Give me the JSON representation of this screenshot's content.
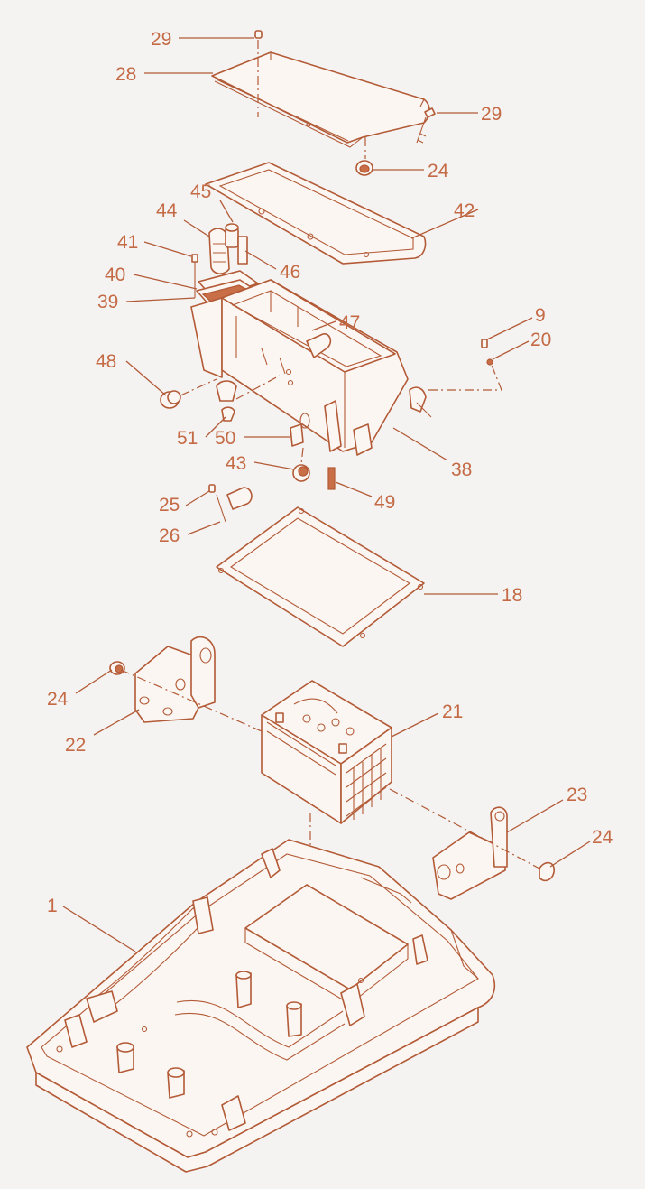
{
  "diagram": {
    "line_color": "#b35a36",
    "label_color": "#c46a45",
    "background": "#f4f3f2",
    "callouts": [
      {
        "id": "29a",
        "text": "29"
      },
      {
        "id": "28",
        "text": "28"
      },
      {
        "id": "29b",
        "text": "29"
      },
      {
        "id": "24a",
        "text": "24"
      },
      {
        "id": "45",
        "text": "45"
      },
      {
        "id": "44",
        "text": "44"
      },
      {
        "id": "42",
        "text": "42"
      },
      {
        "id": "41",
        "text": "41"
      },
      {
        "id": "46",
        "text": "46"
      },
      {
        "id": "40",
        "text": "40"
      },
      {
        "id": "39",
        "text": "39"
      },
      {
        "id": "47",
        "text": "47"
      },
      {
        "id": "9",
        "text": "9"
      },
      {
        "id": "20",
        "text": "20"
      },
      {
        "id": "48",
        "text": "48"
      },
      {
        "id": "51",
        "text": "51"
      },
      {
        "id": "50",
        "text": "50"
      },
      {
        "id": "43",
        "text": "43"
      },
      {
        "id": "38",
        "text": "38"
      },
      {
        "id": "49",
        "text": "49"
      },
      {
        "id": "25",
        "text": "25"
      },
      {
        "id": "26",
        "text": "26"
      },
      {
        "id": "18",
        "text": "18"
      },
      {
        "id": "21",
        "text": "21"
      },
      {
        "id": "24b",
        "text": "24"
      },
      {
        "id": "22",
        "text": "22"
      },
      {
        "id": "23",
        "text": "23"
      },
      {
        "id": "24c",
        "text": "24"
      },
      {
        "id": "1",
        "text": "1"
      }
    ]
  }
}
